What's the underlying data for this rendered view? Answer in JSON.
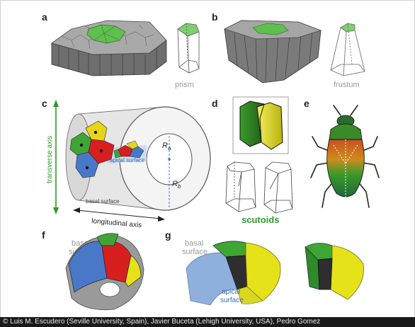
{
  "panels": {
    "a": {
      "letter": "a",
      "caption": "prism"
    },
    "b": {
      "letter": "b",
      "caption": "frustum"
    },
    "c": {
      "letter": "c",
      "transverse_axis": "transverse axis",
      "longitudinal_axis": "longitudinal axis",
      "apical_surface": "apical surface",
      "basal_surface": "basal surface",
      "ra": "R",
      "ra_sub": "a",
      "rb": "R",
      "rb_sub": "b"
    },
    "d": {
      "letter": "d",
      "caption": "scutoids"
    },
    "e": {
      "letter": "e"
    },
    "f": {
      "letter": "f",
      "basal_line1": "basal",
      "basal_line2": "surface"
    },
    "g": {
      "letter": "g",
      "basal_line1": "basal",
      "basal_line2": "surface",
      "apical_line1": "apical",
      "apical_line2": "surface"
    }
  },
  "credit": "© Luis M. Escudero (Seville University, Spain), Javier Buceta (Lehigh University, USA), Pedro Gomez",
  "colors": {
    "green": "#3fa535",
    "yellow": "#e6e21a",
    "red": "#d81f1f",
    "blue": "#4a78c8",
    "grey": "#8c8c8c",
    "scutoid_green": "#2aa12a"
  }
}
